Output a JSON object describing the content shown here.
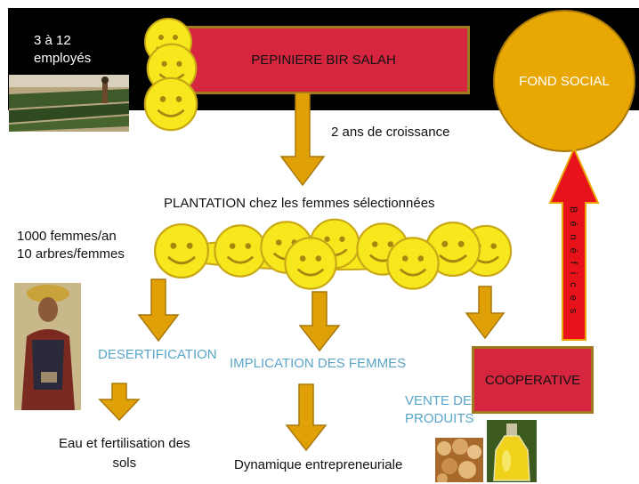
{
  "header": {
    "employees": [
      "3 à 12",
      "employés"
    ],
    "nursery_label": "PEPINIERE BIR SALAH",
    "fund_label": "FOND SOCIAL"
  },
  "flow": {
    "growth_label": "2 ans de croissance",
    "plantation_label": "PLANTATION chez les femmes sélectionnées",
    "women_stats": [
      "1000 femmes/an",
      "10 arbres/femmes"
    ],
    "benefits_label": "Bénéfices"
  },
  "outcomes": {
    "desertification": "DESERTIFICATION",
    "desertification_result": [
      "Eau et fertilisation des",
      "sols"
    ],
    "women_involvement": "IMPLICATION DES FEMMES",
    "women_result": "Dynamique entrepreneuriale",
    "cooperative": "COOPERATIVE",
    "product_sales": [
      "VENTE DE",
      "PRODUITS"
    ]
  },
  "colors": {
    "red_box": "#d6263f",
    "gold": "#e9a704",
    "arrow": "#e0a008",
    "smiley": "#f7e81e",
    "accent_blue": "#5aa6c9"
  }
}
